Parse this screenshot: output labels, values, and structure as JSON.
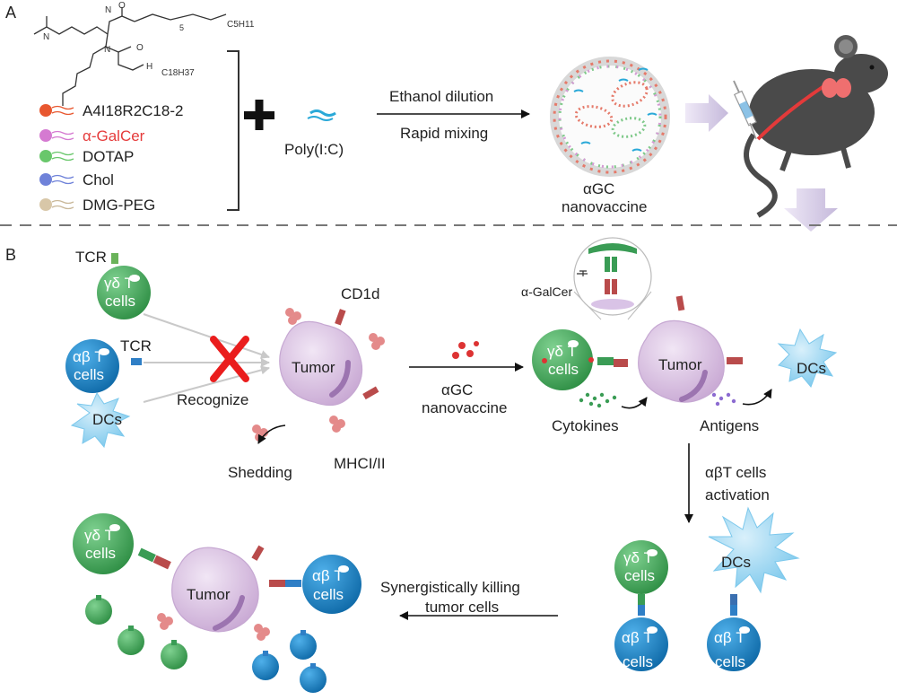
{
  "panels": {
    "a": "A",
    "b": "B"
  },
  "structure": {
    "n1": "N",
    "o1": "O",
    "n2": "N",
    "n3": "N",
    "o2": "O",
    "h": "H",
    "c18h37": "C18H37",
    "n5": "5",
    "c5h11": "C5H11"
  },
  "legend": [
    {
      "label": "A4I18R2C18-2",
      "color": "#e8572f"
    },
    {
      "label": "α-GalCer",
      "color": "#d57ad1"
    },
    {
      "label": "DOTAP",
      "color": "#69c76b"
    },
    {
      "label": "Chol",
      "color": "#6f82d9"
    },
    {
      "label": "DMG-PEG",
      "color": "#d8c7a8"
    }
  ],
  "panel_a": {
    "polyic": "Poly(I:C)",
    "step1": "Ethanol dilution",
    "step2": "Rapid mixing",
    "vaccine_line1": "αGC",
    "vaccine_line2": "nanovaccine"
  },
  "panel_b": {
    "tcr": "TCR",
    "gd_line1": "γδ T",
    "ab_line1": "αβ T",
    "cells": "cells",
    "dcs": "DCs",
    "recognize": "Recognize",
    "tumor": "Tumor",
    "cd1d": "CD1d",
    "shedding": "Shedding",
    "mhc": "MHCI/II",
    "agalcer": "α-GalCer",
    "cytokines": "Cytokines",
    "antigens": "Antigens",
    "activation_line1": "αβT cells",
    "activation_line2": "activation",
    "synergy_line1": "Synergistically killing",
    "synergy_line2": "tumor cells"
  },
  "colors": {
    "gd_t_cell": "#3a9c55",
    "ab_t_cell": "#0f6aa8",
    "tumor": "#c9a9d4",
    "dc": "#7cc8ec",
    "cross": "#ea1d1d",
    "highlight_text": "#e53b3b"
  }
}
